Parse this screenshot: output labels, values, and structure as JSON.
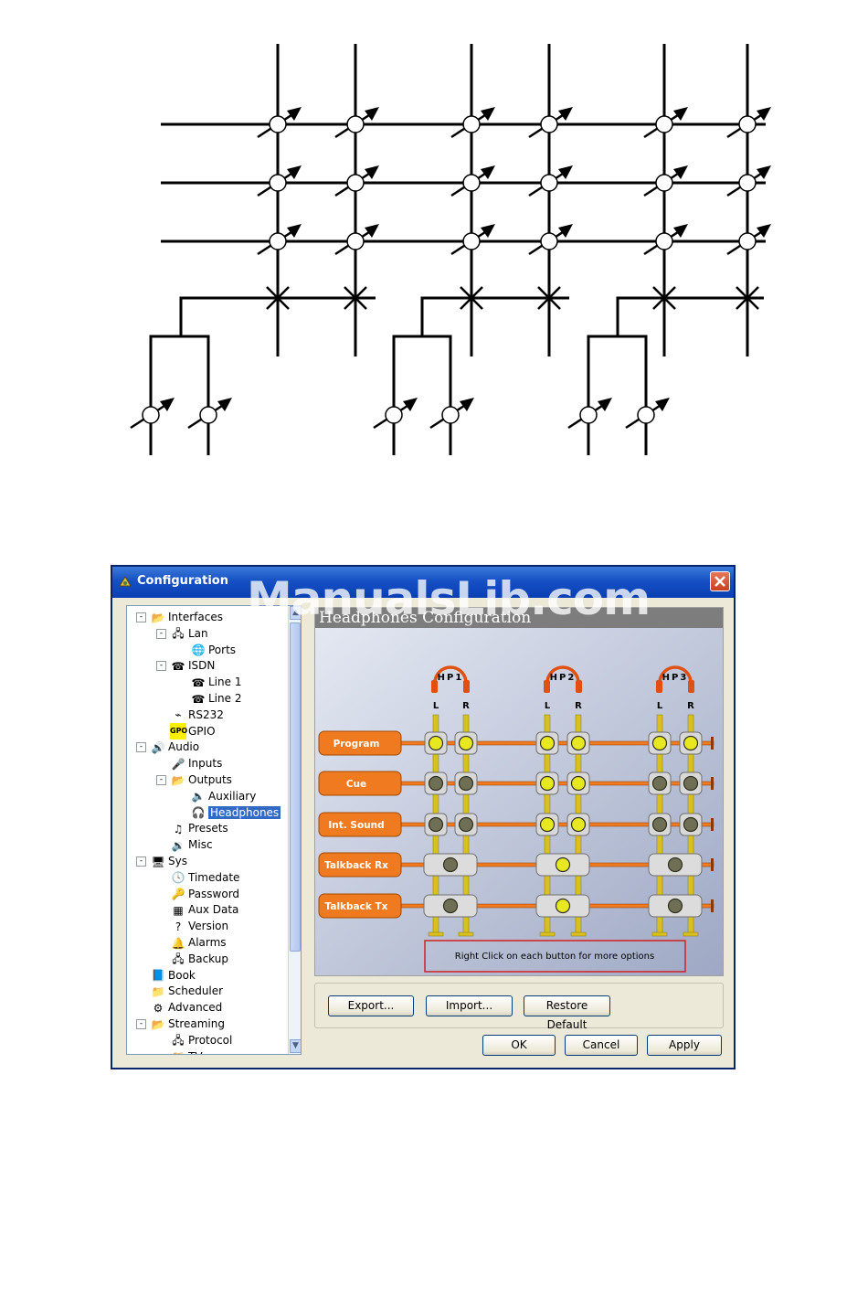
{
  "window": {
    "title": "Configuration",
    "watermark": "ManualsLib.com"
  },
  "tree": {
    "items": [
      {
        "label": "Interfaces",
        "icon": "folder-icon",
        "expander": "-",
        "glyph": "📂"
      },
      {
        "label": "Lan",
        "icon": "network-icon",
        "expander": "-",
        "glyph": "🖧"
      },
      {
        "label": "Ports",
        "icon": "globe-icon",
        "expander": "",
        "glyph": "🌐"
      },
      {
        "label": "ISDN",
        "icon": "isdn-icon",
        "expander": "-",
        "glyph": "☎"
      },
      {
        "label": "Line 1",
        "icon": "line-icon",
        "expander": "",
        "glyph": "☎"
      },
      {
        "label": "Line 2",
        "icon": "line-icon",
        "expander": "",
        "glyph": "☎"
      },
      {
        "label": "RS232",
        "icon": "serial-icon",
        "expander": "",
        "glyph": "⌁"
      },
      {
        "label": "GPIO",
        "icon": "gpio-icon",
        "expander": "",
        "glyph": "GPO"
      },
      {
        "label": "Audio",
        "icon": "speaker-icon",
        "expander": "-",
        "glyph": "🔊"
      },
      {
        "label": "Inputs",
        "icon": "microphone-icon",
        "expander": "",
        "glyph": "🎤"
      },
      {
        "label": "Outputs",
        "icon": "folder-icon",
        "expander": "-",
        "glyph": "📂"
      },
      {
        "label": "Auxiliary",
        "icon": "speaker-icon",
        "expander": "",
        "glyph": "🔈"
      },
      {
        "label": "Headphones",
        "icon": "headphones-icon",
        "expander": "",
        "glyph": "🎧"
      },
      {
        "label": "Presets",
        "icon": "music-note-icon",
        "expander": "",
        "glyph": "♫"
      },
      {
        "label": "Misc",
        "icon": "speaker-icon",
        "expander": "",
        "glyph": "🔉"
      },
      {
        "label": "Sys",
        "icon": "monitor-icon",
        "expander": "-",
        "glyph": "🖥"
      },
      {
        "label": "Timedate",
        "icon": "clock-icon",
        "expander": "",
        "glyph": "🕓"
      },
      {
        "label": "Password",
        "icon": "key-icon",
        "expander": "",
        "glyph": "🔑"
      },
      {
        "label": "Aux Data",
        "icon": "data-icon",
        "expander": "",
        "glyph": "▦"
      },
      {
        "label": "Version",
        "icon": "help-icon",
        "expander": "",
        "glyph": "?"
      },
      {
        "label": "Alarms",
        "icon": "alarm-icon",
        "expander": "",
        "glyph": "🔔"
      },
      {
        "label": "Backup",
        "icon": "network-icon",
        "expander": "",
        "glyph": "🖧"
      },
      {
        "label": "Book",
        "icon": "book-icon",
        "expander": "",
        "glyph": "📘"
      },
      {
        "label": "Scheduler",
        "icon": "folder-icon",
        "expander": "",
        "glyph": "📁"
      },
      {
        "label": "Advanced",
        "icon": "advanced-icon",
        "expander": "",
        "glyph": "⚙"
      },
      {
        "label": "Streaming",
        "icon": "folder-icon",
        "expander": "-",
        "glyph": "📂"
      },
      {
        "label": "Protocol",
        "icon": "network-icon",
        "expander": "",
        "glyph": "🖧"
      },
      {
        "label": "TV",
        "icon": "folder-icon",
        "expander": "",
        "glyph": "📁"
      }
    ],
    "selected": "Headphones"
  },
  "panel": {
    "title": "Headphones Configuration",
    "headphones": [
      "HP1",
      "HP2",
      "HP3"
    ],
    "channels": [
      "L",
      "R"
    ],
    "sources": [
      "Program",
      "Cue",
      "Int. Sound",
      "Talkback Rx",
      "Talkback Tx"
    ],
    "stereo_routing_on": [
      [
        true,
        true,
        true,
        true,
        true,
        true
      ],
      [
        false,
        false,
        true,
        true,
        false,
        false
      ],
      [
        false,
        false,
        true,
        true,
        false,
        false
      ]
    ],
    "talkback_on": [
      [
        false,
        true,
        false
      ],
      [
        false,
        true,
        false
      ]
    ],
    "hint": "Right Click on each button for more options",
    "colors": {
      "on": "#e8e820",
      "off": "#6f6f55",
      "bus": "#f07a20",
      "rail": "#d8c020",
      "label": "#f07a20",
      "hint_border": "#d02020"
    }
  },
  "buttons": {
    "export": "Export...",
    "import": "Import...",
    "restore": "Restore Default",
    "ok": "OK",
    "cancel": "Cancel",
    "apply": "Apply"
  }
}
